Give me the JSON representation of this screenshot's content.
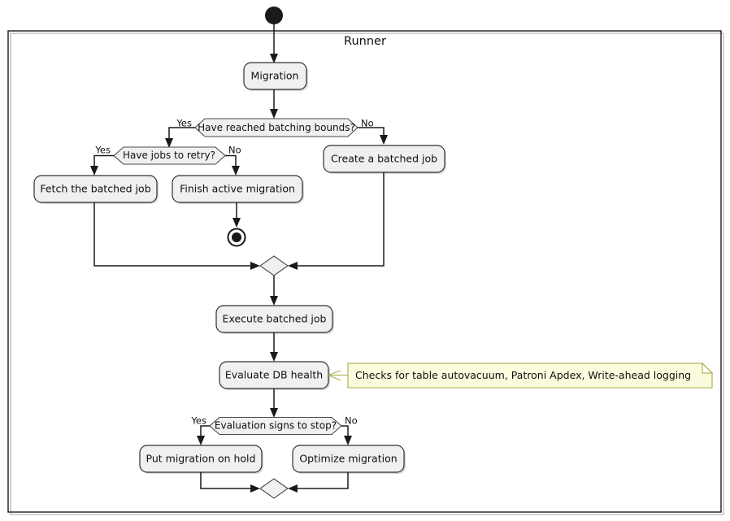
{
  "diagram": {
    "type": "uml-activity-diagram",
    "frame": {
      "title": "Runner"
    },
    "nodes": {
      "start": {
        "kind": "initial-node"
      },
      "migration": {
        "label": "Migration"
      },
      "create_batched_job": {
        "label": "Create a batched job"
      },
      "fetch_batched_job": {
        "label": "Fetch the batched job"
      },
      "finish_active_migration": {
        "label": "Finish active migration"
      },
      "end": {
        "kind": "final-node"
      },
      "execute_batched_job": {
        "label": "Execute batched job"
      },
      "evaluate_db_health": {
        "label": "Evaluate DB health"
      },
      "put_migration_on_hold": {
        "label": "Put migration on hold"
      },
      "optimize_migration": {
        "label": "Optimize migration"
      }
    },
    "decisions": {
      "batching_bounds": {
        "label": "Have reached batching bounds?",
        "yes": "Yes",
        "no": "No"
      },
      "jobs_to_retry": {
        "label": "Have jobs to retry?",
        "yes": "Yes",
        "no": "No"
      },
      "evaluation_stop": {
        "label": "Evaluation signs to stop?",
        "yes": "Yes",
        "no": "No"
      }
    },
    "merges": {
      "upper": {
        "kind": "merge-diamond"
      },
      "lower": {
        "kind": "merge-diamond"
      }
    },
    "note": {
      "text": "Checks for table autovacuum, Patroni Apdex, Write-ahead logging"
    },
    "colors": {
      "node_fill": "#f0f0f0",
      "node_stroke": "#303030",
      "note_fill": "#fbfbdd",
      "note_stroke": "#a9a943",
      "edge": "#1a1a1a",
      "background": "#ffffff"
    }
  }
}
